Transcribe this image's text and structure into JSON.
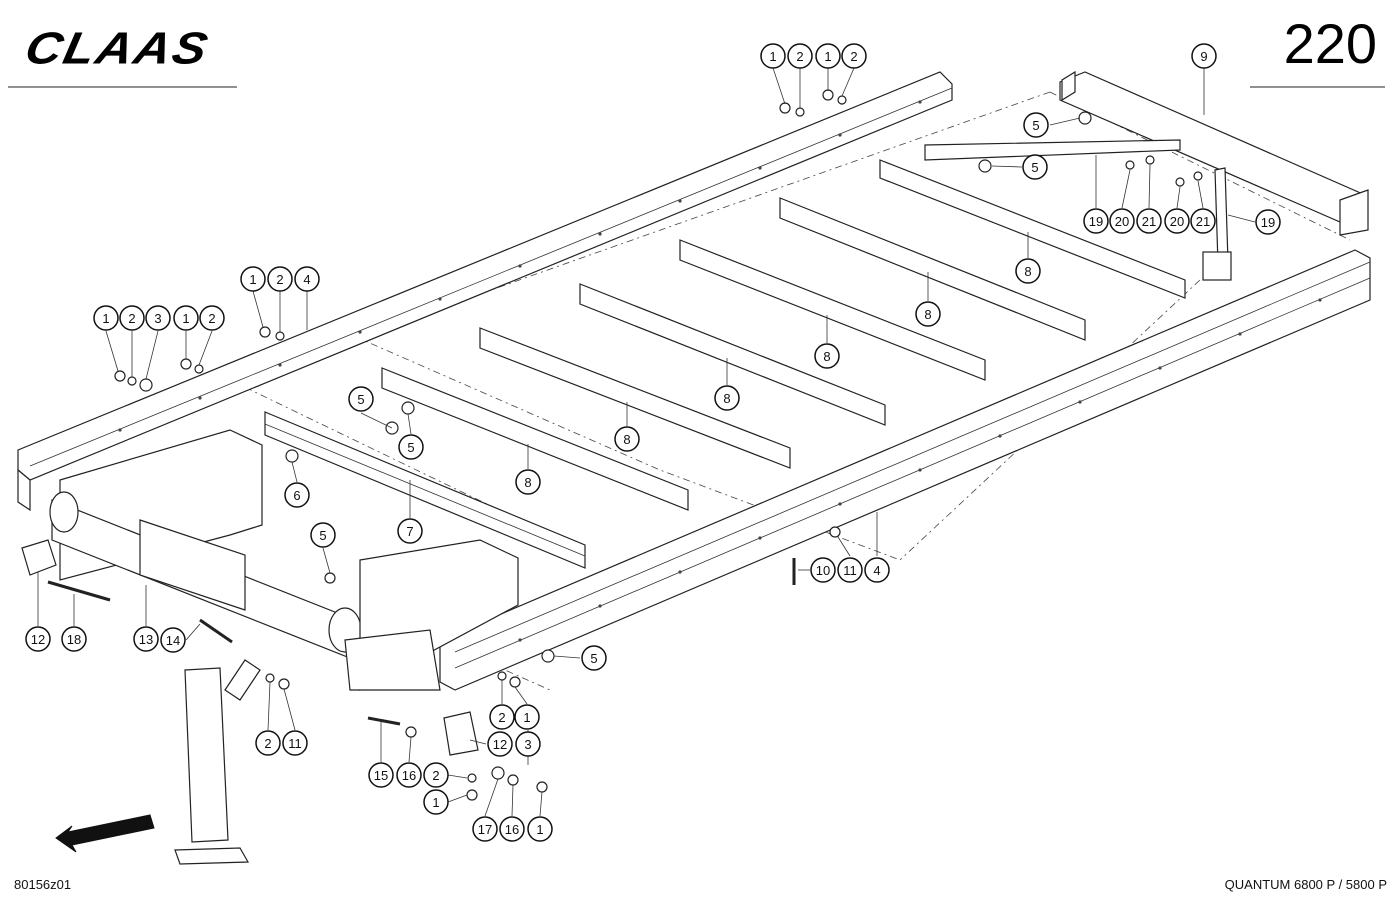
{
  "header": {
    "brand": "CLAAS",
    "page_number": "220"
  },
  "footer": {
    "drawing_id": "80156z01",
    "model": "QUANTUM 6800 P / 5800 P"
  },
  "callouts": [
    {
      "id": "c1",
      "label": "1"
    },
    {
      "id": "c2",
      "label": "2"
    },
    {
      "id": "c3",
      "label": "1"
    },
    {
      "id": "c4",
      "label": "2"
    },
    {
      "id": "c5",
      "label": "9"
    },
    {
      "id": "c6",
      "label": "5"
    },
    {
      "id": "c7",
      "label": "5"
    },
    {
      "id": "c8",
      "label": "19"
    },
    {
      "id": "c9",
      "label": "20"
    },
    {
      "id": "c10",
      "label": "21"
    },
    {
      "id": "c11",
      "label": "20"
    },
    {
      "id": "c12",
      "label": "21"
    },
    {
      "id": "c13",
      "label": "19"
    },
    {
      "id": "c14",
      "label": "1"
    },
    {
      "id": "c15",
      "label": "2"
    },
    {
      "id": "c16",
      "label": "4"
    },
    {
      "id": "c17",
      "label": "1"
    },
    {
      "id": "c18",
      "label": "2"
    },
    {
      "id": "c19",
      "label": "3"
    },
    {
      "id": "c20",
      "label": "1"
    },
    {
      "id": "c21",
      "label": "2"
    },
    {
      "id": "c22",
      "label": "8"
    },
    {
      "id": "c23",
      "label": "8"
    },
    {
      "id": "c24",
      "label": "8"
    },
    {
      "id": "c25",
      "label": "8"
    },
    {
      "id": "c26",
      "label": "8"
    },
    {
      "id": "c27",
      "label": "8"
    },
    {
      "id": "c28",
      "label": "5"
    },
    {
      "id": "c29",
      "label": "5"
    },
    {
      "id": "c30",
      "label": "6"
    },
    {
      "id": "c31",
      "label": "7"
    },
    {
      "id": "c32",
      "label": "5"
    },
    {
      "id": "c33",
      "label": "10"
    },
    {
      "id": "c34",
      "label": "11"
    },
    {
      "id": "c35",
      "label": "4"
    },
    {
      "id": "c36",
      "label": "12"
    },
    {
      "id": "c37",
      "label": "18"
    },
    {
      "id": "c38",
      "label": "13"
    },
    {
      "id": "c39",
      "label": "14"
    },
    {
      "id": "c40",
      "label": "5"
    },
    {
      "id": "c41",
      "label": "2"
    },
    {
      "id": "c42",
      "label": "1"
    },
    {
      "id": "c43",
      "label": "2"
    },
    {
      "id": "c44",
      "label": "11"
    },
    {
      "id": "c45",
      "label": "12"
    },
    {
      "id": "c46",
      "label": "3"
    },
    {
      "id": "c47",
      "label": "15"
    },
    {
      "id": "c48",
      "label": "16"
    },
    {
      "id": "c49",
      "label": "2"
    },
    {
      "id": "c50",
      "label": "1"
    },
    {
      "id": "c51",
      "label": "17"
    },
    {
      "id": "c52",
      "label": "16"
    },
    {
      "id": "c53",
      "label": "1"
    }
  ]
}
